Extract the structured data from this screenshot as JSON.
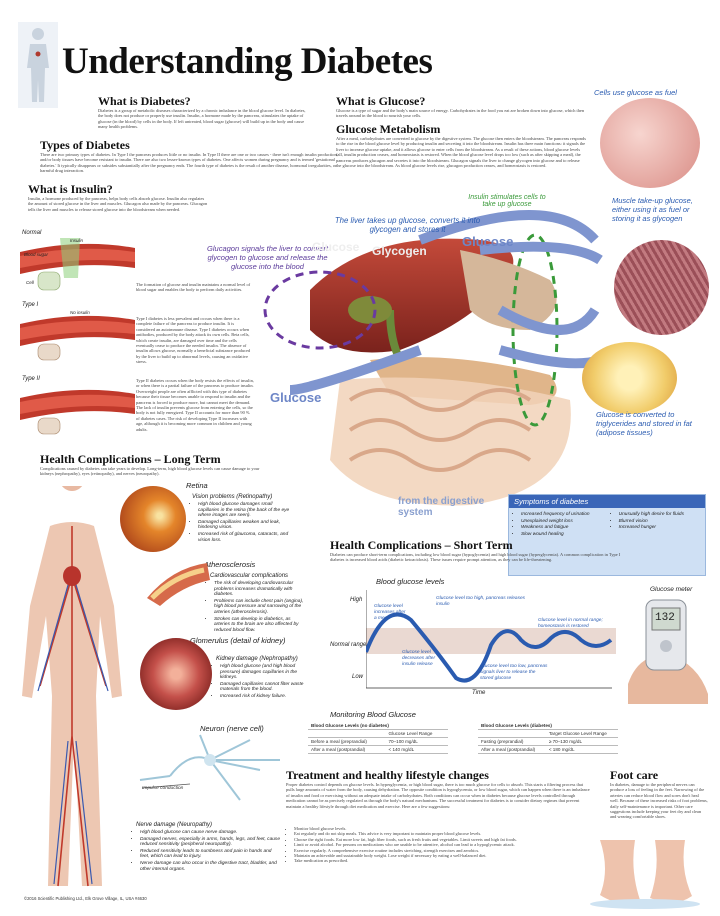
{
  "title": "Understanding Diabetes",
  "sections": {
    "what_is_diabetes": {
      "heading": "What is Diabetes?",
      "text": "Diabetes is a group of metabolic diseases characterized by a chronic imbalance in the blood glucose level. In diabetes, the body does not produce or properly use insulin. Insulin, a hormone made by the pancreas, stimulates the uptake of glucose (in the blood) by cells in the body. If left untreated, blood sugar (glucose) will build up in the body and cause many health problems."
    },
    "types": {
      "heading": "Types of Diabetes",
      "text": "There are two primary types of diabetes. In Type I the pancreas produces little or no insulin. In Type II there are one or two causes - there isn't enough insulin production, and/or body tissues have become resistant to insulin. There are also two lesser-known types of diabetes. One affects women during pregnancy and is termed 'gestational diabetes.' It typically disappears or subsides substantially after the pregnancy ends. The fourth type of diabetes is the result of another disease, hormonal irregularities, or harmful drug interaction."
    },
    "insulin": {
      "heading": "What is Insulin?",
      "text": "Insulin, a hormone produced by the pancreas, helps body cells absorb glucose. Insulin also regulates the amount of stored glucose in the liver and muscles. Glucagon also made by the pancreas. Glucagon tells the liver and muscles to release stored glucose into the bloodstream when needed."
    },
    "glucose": {
      "heading": "What is Glucose?",
      "text": "Glucose is a type of sugar and the body's main source of energy. Carbohydrates in the food you eat are broken down into glucose, which then travels around in the blood to nourish your cells."
    },
    "metabolism": {
      "heading": "Glucose Metabolism",
      "text": "After a meal, carbohydrates are converted to glucose by the digestive system. The glucose then enters the bloodstream. The pancreas responds to the rise in the blood glucose level by producing insulin and secreting it into the bloodstream. Insulin has three main functions: it signals the liver to increase glucose uptake, and it allows glucose to enter cells from the bloodstream. As a result of these actions, blood glucose levels fall, insulin production ceases, and homeostasis is restored. When the blood glucose level drops too low (such as after skipping a meal), the pancreas produces glucagon and secretes it into the bloodstream. Glucagon signals the liver to change glycogen into glucose and to release the glucose into the bloodstream. As blood glucose levels rise, glucagon production ceases, and homeostasis is restored."
    },
    "long_term": {
      "heading": "Health Complications – Long Term",
      "text": "Complications caused by diabetes can take years to develop. Long-term, high blood glucose levels can cause damage to your kidneys (nephropathy), eyes (retinopathy), and nerves (neuropathy)."
    },
    "short_term": {
      "heading": "Health Complications – Short Term",
      "text": "Diabetes can produce short-term complications, including low blood sugar (hypoglycemia) and high blood sugar (hyperglycemia). A common complication in Type I diabetes is increased blood acids (diabetic ketoacidosis). These issues require prompt attention, as they can be life-threatening."
    },
    "treatment": {
      "heading": "Treatment and healthy lifestyle changes",
      "text": "Proper diabetes control depends on glucose levels. In hyperglycemia, or high blood sugar, there is too much glucose for cells to absorb. This starts a filtering process that pulls large amounts of water from the body, causing dehydration. The opposite condition is hypoglycemia, or low blood sugar, which can happen when there is an imbalance of insulin and food or exercising without an adequate intake of carbohydrates. Both conditions can occur when in diabetes because glucose levels controlled through medication cannot be as precisely regulated as through the body's natural mechanisms. The successful treatment for diabetes is to consider dietary regimes that prevent maintain a healthy lifestyle through diet medication and exercise. Here are a few suggestions:",
      "items": [
        "Monitor blood glucose levels.",
        "Eat regularly and do not skip meals. This advice is very important to maintain proper blood glucose levels.",
        "Choose the right foods. Eat more low fat, high fiber foods, such as fresh fruits and vegetables. Limit sweets and high fat foods.",
        "Limit or avoid alcohol. For persons on medications who are unable to be attentive, alcohol can lead to a hypoglycemic attack.",
        "Exercise regularly. A comprehensive exercise routine includes stretching, strength exercises and aerobics.",
        "Maintain an achievable and sustainable body weight. Lose weight if necessary by eating a well-balanced diet.",
        "Take medication as prescribed."
      ]
    },
    "foot": {
      "heading": "Foot care",
      "text": "In diabetes, damage to the peripheral nerves can produce a loss of feeling in the feet. Narrowing of the arteries can reduce blood flow and sores don't heal well. Because of these increased risks of foot problems, daily self-maintenance is important. Other care suggestions include keeping your feet dry and clean and wearing comfortable shoes."
    },
    "monitoring": {
      "heading": "Monitoring Blood Glucose"
    }
  },
  "insulin_panel": {
    "normal": "Normal",
    "type1": "Type I",
    "type2": "Type II",
    "insulin": "Insulin",
    "no_insulin": "No insulin",
    "blood_sugar": "Blood sugar",
    "cell": "Cell",
    "normal_text": "The formation of glucose and insulin maintains a normal level of blood sugar and enables the body to perform daily activities.",
    "type1_text": "Type I diabetes is less prevalent and occurs when there is a complete failure of the pancreas to produce insulin. It is considered an autoimmune disease. Type I diabetes occurs when antibodies, produced by the body attack its own cells. Beta cells, which create insulin, are damaged over time and the cells eventually cease to produce the needed insulin. The absence of insulin allows glucose, normally a beneficial substance produced by the liver to build up to abnormal levels, causing an oxidative stress.",
    "type2_text": "Type II diabetes occurs when the body resists the effects of insulin, or when there is a partial failure of the pancreas to produce insulin. Overweight people are often afflicted with this type of diabetes because their tissue becomes unable to respond to insulin and the pancreas is forced to produce more, but cannot meet the demand. The lack of insulin prevents glucose from entering the cells, so the body is not fully energized. Type II accounts for more than 90 % of diabetes cases. The risk of developing Type II increases with age, although it is becoming more common in children and young adults."
  },
  "center_labels": {
    "liver_takes": "The liver takes up glucose, converts it into glycogen and stores it",
    "glucagon_signals": "Glucagon signals the liver to convert glycogen to glucose and release the glucose into the blood",
    "glucose": "Glucose",
    "glycogen": "Glycogen",
    "insulin_stimulates": "Insulin stimulates cells to take up glucose",
    "from_digestive": "from the digestive system",
    "cells_use": "Cells use glucose as fuel",
    "muscle": "Muscle take-up glucose, either using it as fuel or storing it as glycogen",
    "triglycerides": "Glucose is converted to triglycerides and stored in fat (adipose tissues)"
  },
  "symptoms": {
    "heading": "Symptoms of diabetes",
    "left": [
      "Increased frequency of urination",
      "Unexplained weight loss",
      "Weakness and fatigue",
      "Slow wound healing"
    ],
    "right": [
      "Unusually high desire for fluids",
      "Blurred vision",
      "Increased hunger"
    ]
  },
  "complications": {
    "retina": "Retina",
    "retina_sub": "Vision problems (Retinopathy)",
    "retina_items": [
      "High blood glucose damages small capillaries in the retina (the back of the eye where images are seen).",
      "Damaged capillaries weaken and leak, hindering vision.",
      "Increased risk of glaucoma, cataracts, and vision loss."
    ],
    "athero": "Atherosclerosis",
    "athero_sub": "Cardiovascular complications",
    "athero_items": [
      "The risk of developing cardiovascular problems increases dramatically with diabetes.",
      "Problems can include chest pain (angina), high blood pressure and narrowing of the arteries (atherosclerosis).",
      "Strokes can develop in diabetics, as arteries to the brain are also affected by reduced blood flow."
    ],
    "glomerulus": "Glomerulus (detail of kidney)",
    "kidney_sub": "Kidney damage (Nephropathy)",
    "kidney_items": [
      "High blood glucose (and high blood pressure) damages capillaries in the kidneys.",
      "Damaged capillaries cannot filter waste materials from the blood.",
      "Increased risk of kidney failure."
    ],
    "neuron": "Neuron (nerve cell)",
    "impulse": "Impulse conduction",
    "nerve_sub": "Nerve damage (Neuropathy)",
    "nerve_items": [
      "High blood glucose can cause nerve damage.",
      "Damaged nerves, especially in arms, hands, legs, and feet, cause reduced sensitivity (peripheral neuropathy).",
      "Reduced sensitivity leads to numbness and pain in hands and feet, which can lead to injury.",
      "Nerve damage can also occur in the digestive tract, bladder, and other internal organs."
    ]
  },
  "glucose_chart": {
    "title": "Blood glucose levels",
    "high": "High",
    "normal": "Normal range",
    "low": "Low",
    "time": "Time",
    "a1": "Glucose level increases after a meal",
    "a2": "Glucose level too high, pancreas releases insulin",
    "a3": "Glucose level in normal range; homeostasis is restored",
    "a4": "Glucose level decreases after insulin release",
    "a5": "Glucose level too low, pancreas signals liver to release the stored glucose",
    "meter": "Glucose meter",
    "meter_reading": "132"
  },
  "tables": {
    "left_title": "Blood Glucose Levels (no diabetes)",
    "right_title": "Blood Glucose Levels (diabetes)",
    "left_col": "Glucose Level Range",
    "right_col": "Target Glucose Level Range",
    "left_rows": [
      [
        "Before a meal (preprandial)",
        "70–100 mg/dL"
      ],
      [
        "After a meal (postprandial)",
        "< 140 mg/dL"
      ]
    ],
    "right_rows": [
      [
        "Fasting (preprandial)",
        "≥ 70–130 mg/dL"
      ],
      [
        "After a meal (postprandial)",
        "< 180 mg/dL"
      ]
    ]
  },
  "footer": "©2016 Scientific Publishing Ltd., Elk Grove Village, IL, USA #4630",
  "colors": {
    "accent_blue": "#2a5bb0",
    "purple": "#5a3a9a",
    "symptom_bg": "#cfe0f4",
    "liver": "#a8342c"
  }
}
